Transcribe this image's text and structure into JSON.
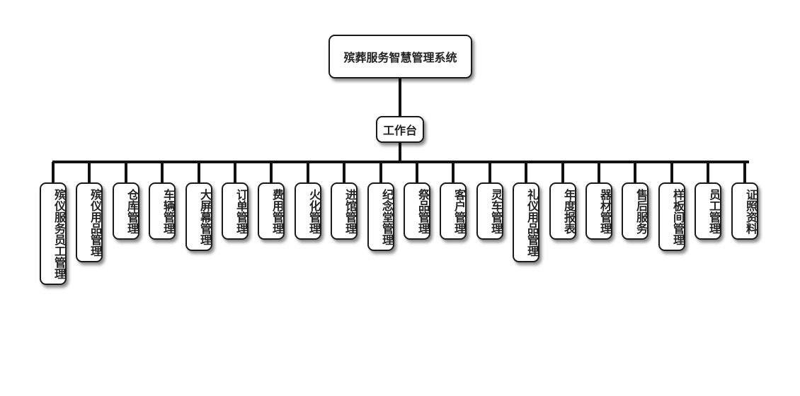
{
  "root": {
    "label": "殡葬服务智慧管理系统"
  },
  "hub": {
    "label": "工作台"
  },
  "modules": [
    "殡仪服务员工管理",
    "殡仪用品管理",
    "仓库管理",
    "车辆管理",
    "大屏幕管理",
    "订单管理",
    "费用管理",
    "火化管理",
    "进馆管理",
    "纪念堂管理",
    "祭品管理",
    "客户管理",
    "灵车管理",
    "礼仪用品管理",
    "年度报表",
    "器材管理",
    "售后服务",
    "样板间管理",
    "员工管理",
    "证照资料"
  ]
}
